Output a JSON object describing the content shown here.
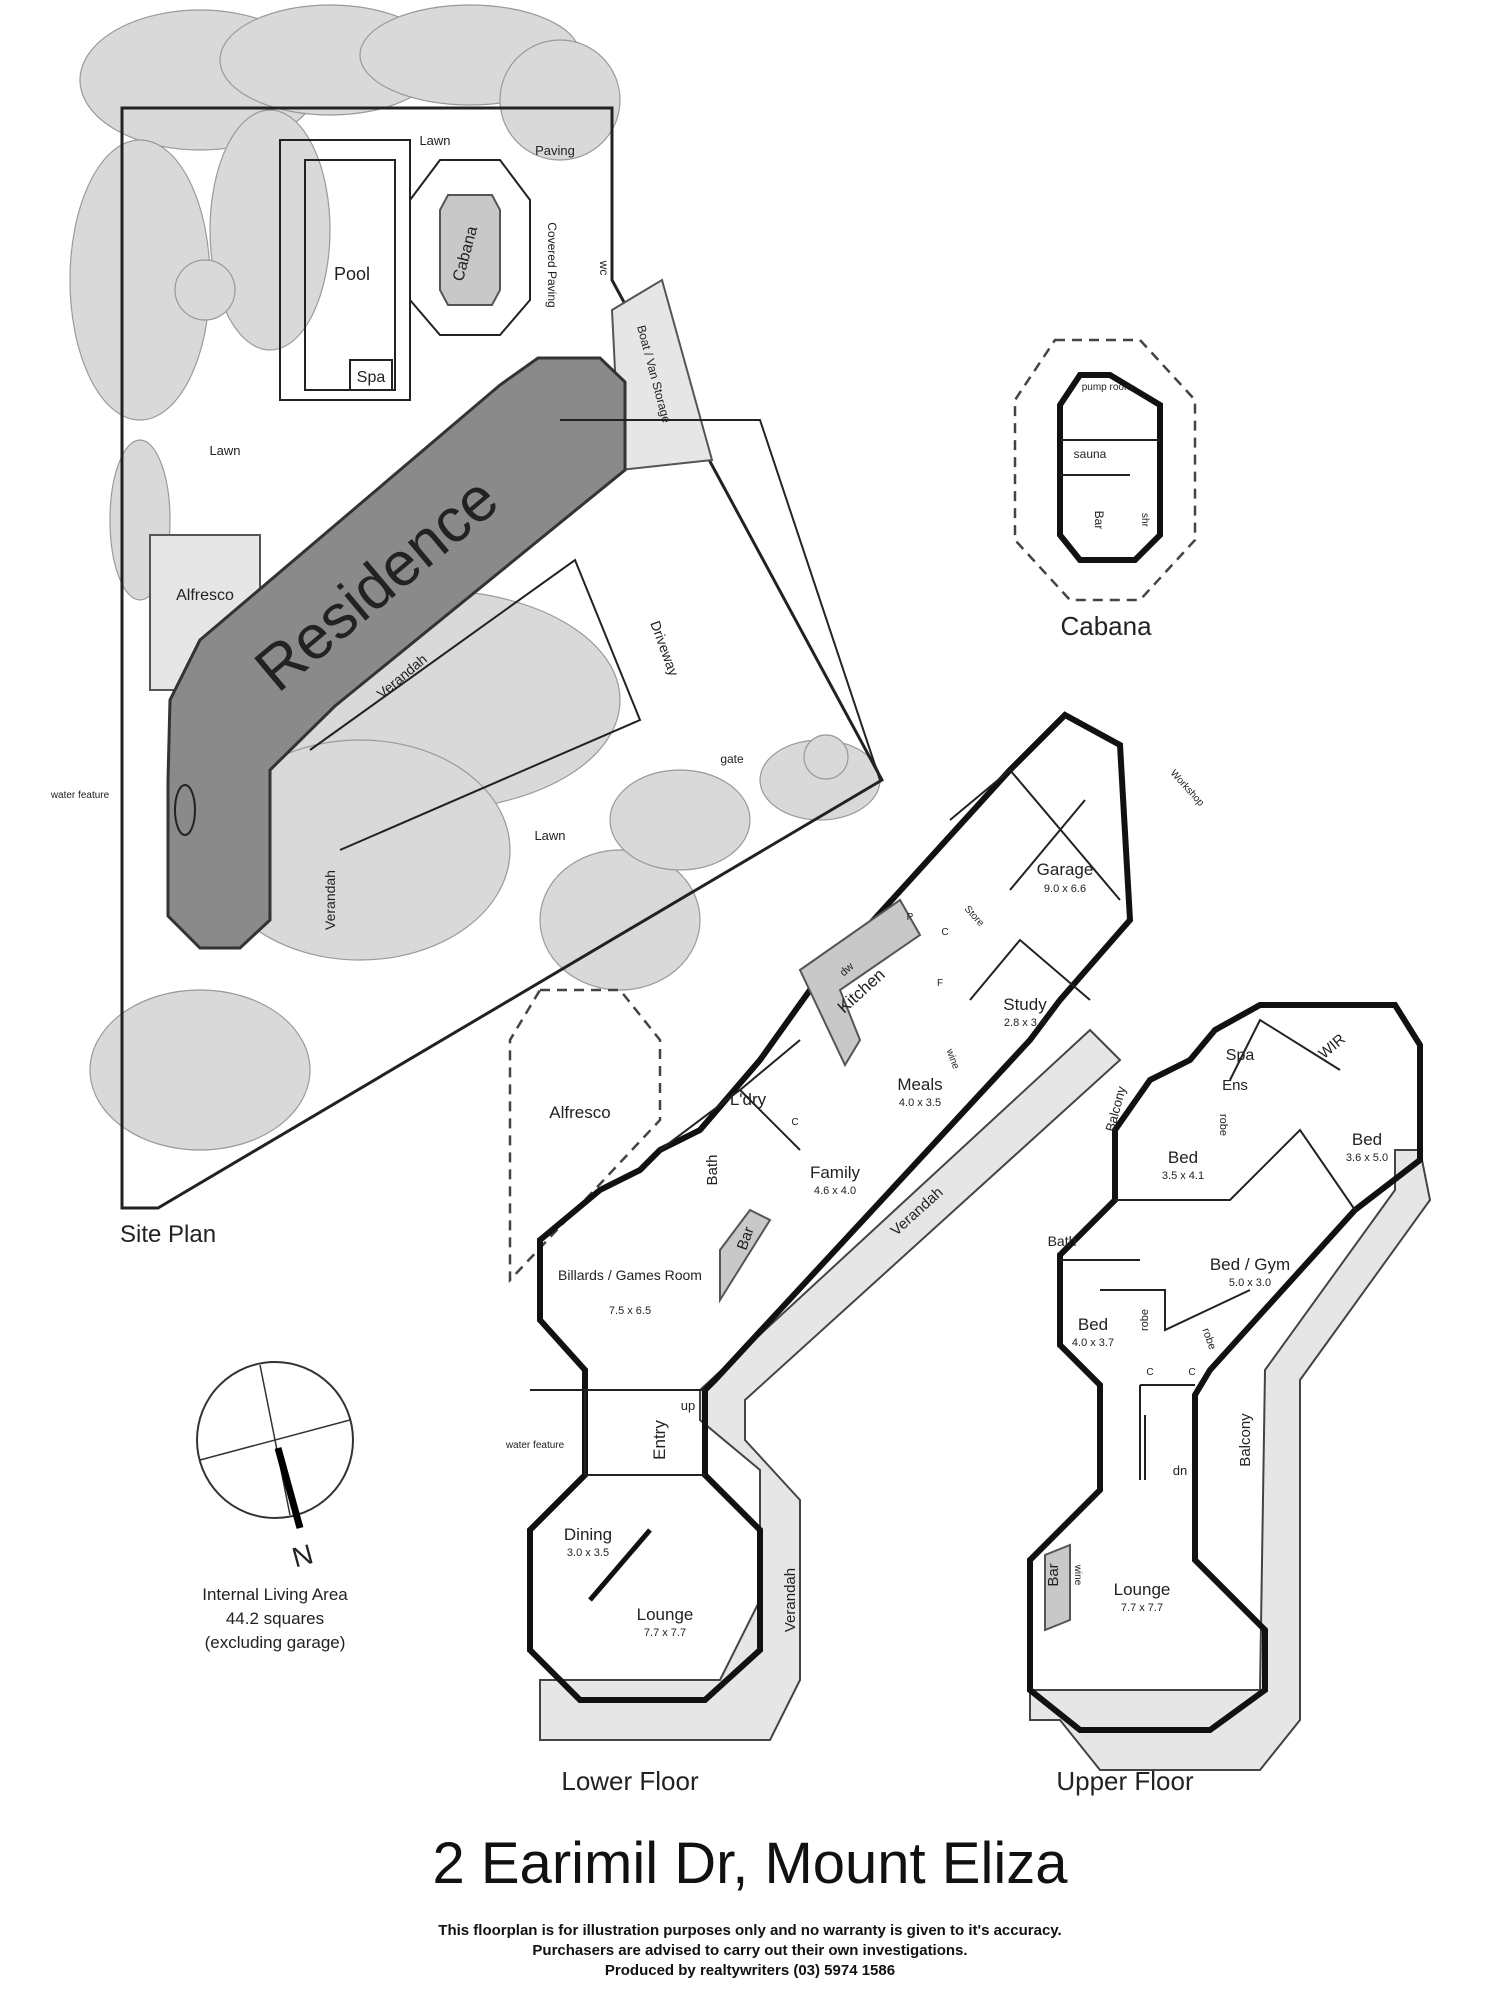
{
  "site_plan": {
    "title": "Site Plan",
    "labels": {
      "lawn_top": "Lawn",
      "paving": "Paving",
      "pool": "Pool",
      "spa": "Spa",
      "cabana": "Cabana",
      "covered_paving": "Covered Paving",
      "wc": "wc",
      "boat_van_storage": "Boat / Van Storage",
      "lawn_left": "Lawn",
      "residence": "Residence",
      "alfresco": "Alfresco",
      "verandah_top": "Verandah",
      "driveway": "Driveway",
      "gate": "gate",
      "water_feature": "water feature",
      "verandah_side": "Verandah",
      "lawn_bottom": "Lawn"
    }
  },
  "cabana_plan": {
    "title": "Cabana",
    "labels": {
      "pump_room": "pump room",
      "sauna": "sauna",
      "bar": "Bar",
      "shr": "shr"
    }
  },
  "lower_floor": {
    "title": "Lower Floor",
    "rooms": [
      {
        "name": "Garage",
        "dims": "9.0 x 6.6"
      },
      {
        "name": "Workshop",
        "dims": ""
      },
      {
        "name": "Store",
        "dims": ""
      },
      {
        "name": "Study",
        "dims": "2.8 x 3.4"
      },
      {
        "name": "Kitchen",
        "dims": ""
      },
      {
        "name": "Meals",
        "dims": "4.0 x 3.5"
      },
      {
        "name": "L'dry",
        "dims": ""
      },
      {
        "name": "Bath",
        "dims": ""
      },
      {
        "name": "Family",
        "dims": "4.6 x 4.0"
      },
      {
        "name": "Bar",
        "dims": ""
      },
      {
        "name": "Billards / Games Room",
        "dims": "7.5 x 6.5"
      },
      {
        "name": "Alfresco",
        "dims": ""
      },
      {
        "name": "Entry",
        "dims": ""
      },
      {
        "name": "Dining",
        "dims": "3.0 x 3.5"
      },
      {
        "name": "Lounge",
        "dims": "7.7 x 7.7"
      }
    ],
    "small_labels": {
      "dw": "dw",
      "p": "P",
      "c": "C",
      "f": "F",
      "wine": "wine",
      "up": "up",
      "water_feature": "water feature",
      "verandah_side": "Verandah",
      "verandah_diag": "Verandah",
      "c_ldry": "C"
    }
  },
  "upper_floor": {
    "title": "Upper Floor",
    "rooms": [
      {
        "name": "Spa",
        "dims": ""
      },
      {
        "name": "Ens",
        "dims": ""
      },
      {
        "name": "WIR",
        "dims": ""
      },
      {
        "name": "Bed",
        "dims": "3.6 x 5.0"
      },
      {
        "name": "Bed",
        "dims": "3.5 x 4.1"
      },
      {
        "name": "Balcony",
        "dims": ""
      },
      {
        "name": "Bath",
        "dims": ""
      },
      {
        "name": "Bed / Gym",
        "dims": "5.0 x 3.0"
      },
      {
        "name": "Bed",
        "dims": "4.0 x 3.7"
      },
      {
        "name": "Lounge",
        "dims": "7.7 x 7.7"
      },
      {
        "name": "Bar",
        "dims": ""
      }
    ],
    "small_labels": {
      "robe1": "robe",
      "robe2": "robe",
      "robe3": "robe",
      "c1": "C",
      "c2": "C",
      "dn": "dn",
      "balcony_side": "Balcony",
      "wine": "wine"
    }
  },
  "compass": {
    "north": "N"
  },
  "living_area": {
    "line1": "Internal Living Area",
    "line2": "44.2 squares",
    "line3": "(excluding garage)"
  },
  "footer": {
    "address": "2 Earimil Dr, Mount Eliza",
    "disclaimer1": "This floorplan is for illustration purposes only and no warranty is given to it's accuracy.",
    "disclaimer2": "Purchasers are advised to carry out their own investigations.",
    "produced_by": "Produced by realtywriters (03) 5974 1586"
  },
  "colors": {
    "residence": "#8a8a8a",
    "grey_fill": "#c8c8c8",
    "tree": "#d9d9d9"
  }
}
